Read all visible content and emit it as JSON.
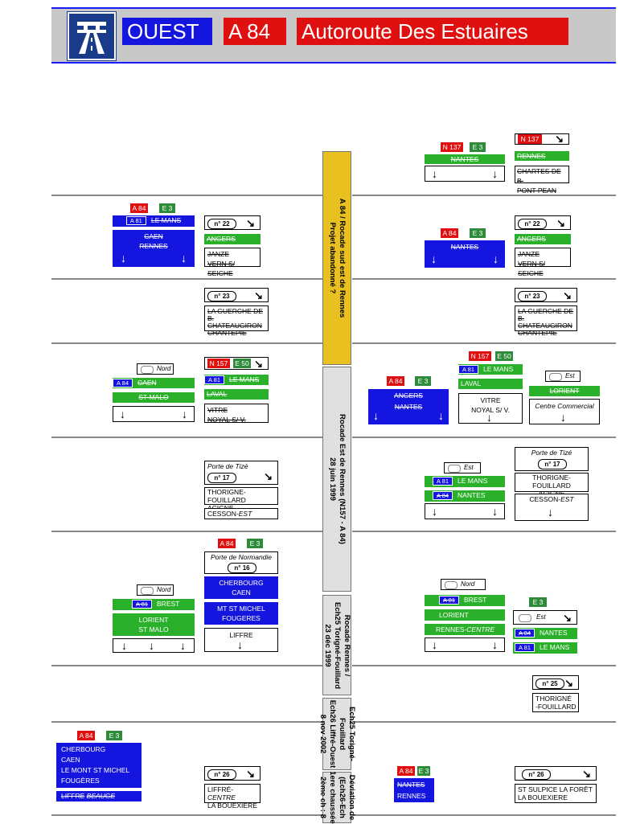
{
  "header": {
    "region": "OUEST",
    "road": "A 84",
    "name": "Autoroute Des Estuaires",
    "colors": {
      "blue": "#1515e0",
      "red": "#e01010",
      "green": "#2e8b3a",
      "gray": "#c8c8c8",
      "yellow": "#e8c020"
    }
  },
  "segments": [
    {
      "text1": "A 84 / Rocade sud est de Rennes",
      "text2": "Projet abandonné ?"
    },
    {
      "text1": "Rocade Est de Rennes (N157 - A 84)",
      "text2": "28 juin 1999"
    },
    {
      "text1": "Rocade Rennes /",
      "text2": "Ech25 Torigné-Fouillard",
      "text3": "23 déc 1999"
    },
    {
      "text1": "Ech25 Torigné-",
      "text2": "Fouillard",
      "text3": "Ech26 Liffré-Ouest",
      "text4": "8 nov 2002"
    },
    {
      "text1": "Déviation de",
      "text2": "(Ech26-Ech",
      "text3": "1ere chaussée",
      "text4": "2ème ch : 8"
    }
  ],
  "labels": {
    "a84": "A 84",
    "e3": "E 3",
    "n137": "N 137",
    "n157": "N 157",
    "e50": "E 50",
    "a81": "A 81",
    "nord": "Nord",
    "est": "Est",
    "exit22": "n° 22",
    "exit23": "n° 23",
    "exit17": "n° 17",
    "exit16": "n° 16",
    "exit25": "n° 25",
    "exit26": "n° 26",
    "nantes": "NANTES",
    "rennes": "RENNES",
    "lemans": "LE MANS",
    "caen": "CAEN",
    "angers": "ANGERS",
    "laval": "LAVAL",
    "lorient": "LORIENT",
    "brest": "BREST",
    "stmalo": "ST MALO",
    "stmalo2": "ST-MALO",
    "chartes1": "CHARTES DE B.",
    "chartes2": "PONT PEAN",
    "janze": "JANZE",
    "vern": "VERN S/ SEICHE",
    "guerche": "LA GUERCHE DE B.",
    "chateaugiron": "CHATEAUGIRON",
    "chantepie": "CHANTEPIE",
    "vitre": "VITRE",
    "noyal": "NOYAL S/ V.",
    "centrecom": "Centre Commercial",
    "portetize": "Porte de Tizé",
    "thorigne": "THORIGNE-FOUILLARD",
    "acigne": "ACIGNE",
    "cesson": "CESSON-",
    "est_small": "EST",
    "portenormandie": "Porte de Normandie",
    "cherbourg": "CHERBOURG",
    "mtstmichel": "MT ST MICHEL",
    "fougeres": "FOUGERES",
    "liffre": "LIFFRE",
    "rennescentre": "RENNES-",
    "centre": "CENTRE",
    "thorigne2a": "THORIGNÉ",
    "thorigne2b": "-FOUILLARD",
    "cherbourg2": "CHERBOURG",
    "caen2": "CAEN",
    "lemontstmichel": "LE MONT ST MICHEL",
    "fougeres2": "FOUGÈRES",
    "liffre2": "LIFFRE",
    "beauge": "BEAUGE",
    "liffrecentre": "LIFFRÉ-",
    "centre2": "CENTRE",
    "bouexiere": "LA BOUEXIERE",
    "stsulpice": "ST SULPICE LA FORÊT",
    "bouexiere2": "LA BOUEXIERE"
  }
}
